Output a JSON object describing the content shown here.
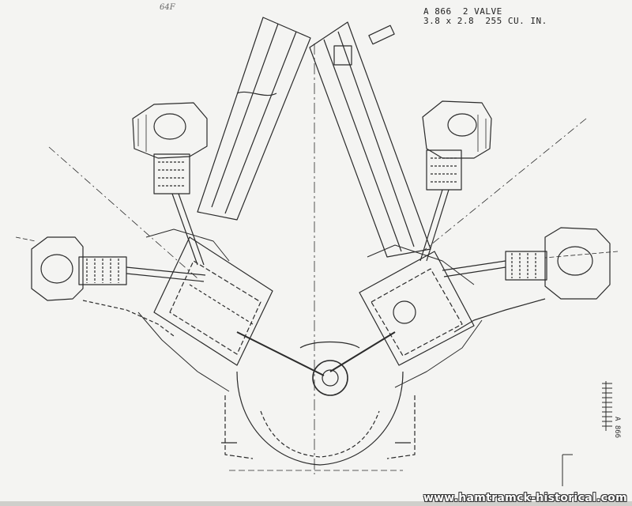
{
  "sheet": {
    "title_line_1": "A 866  2 VALVE",
    "title_line_2": "3.8 x 2.8  255 CU. IN.",
    "corner_note": "64F",
    "margin_code": "A 866",
    "watermark": "www.hamtramck-historical.com"
  },
  "drawing": {
    "subject": "V-type engine cross section drawing",
    "line_color": "#2b2b2b",
    "paper_color": "#f4f4f2"
  }
}
